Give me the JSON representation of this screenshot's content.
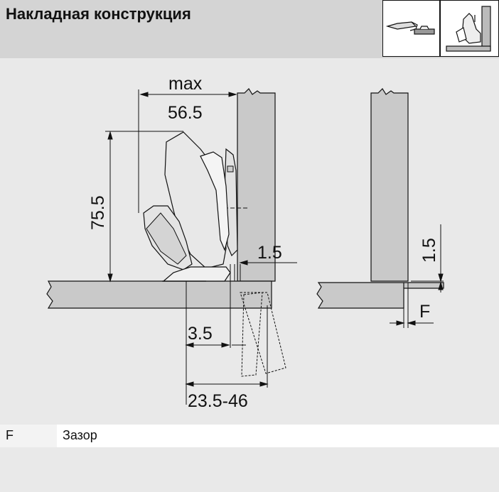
{
  "header": {
    "title": "Накладная конструкция"
  },
  "thumbnails": [
    {
      "icon": "hinge-side-view-icon"
    },
    {
      "icon": "hinge-overlay-cabinet-icon"
    }
  ],
  "drawing": {
    "dim_max_label": "max",
    "dim_max_value": "56.5",
    "dim_height_value": "75.5",
    "dim_gap_value": "1.5",
    "dim_edge_value": "3.5",
    "dim_range_value": "23.5-46",
    "detail_gap_value": "1.5",
    "detail_f_label": "F"
  },
  "legend": [
    {
      "key": "F",
      "description": "Зазор"
    }
  ],
  "colors": {
    "header_bg": "#d4d4d4",
    "panel_fill": "#c9c9c9",
    "background": "#e9e9e9"
  }
}
